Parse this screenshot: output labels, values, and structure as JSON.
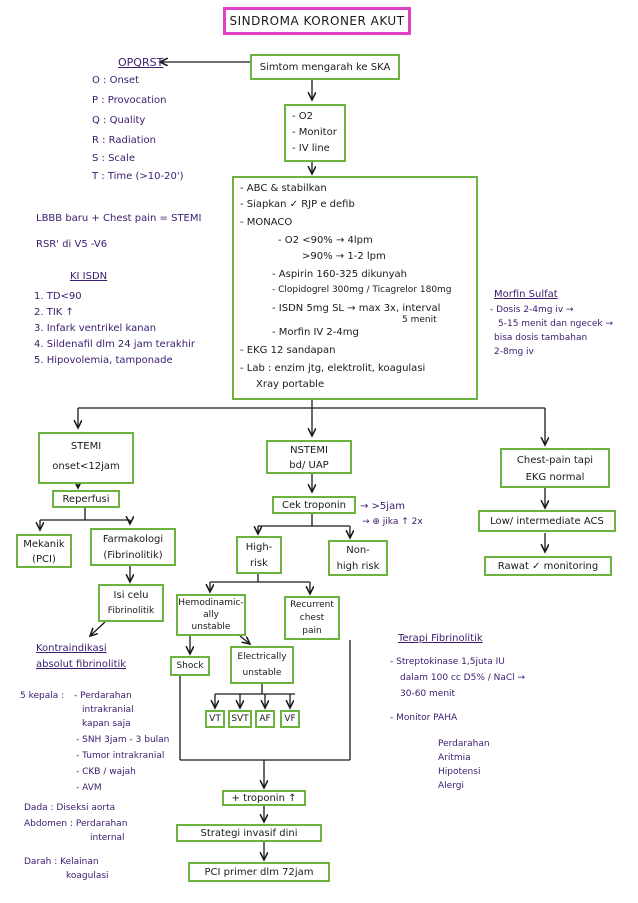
{
  "title": "SINDROMA KORONER AKUT",
  "colors": {
    "title_border": "#e040c8",
    "box_border": "#6db33f",
    "accent_text": "#3b1b6e"
  },
  "oporst": {
    "heading": "OPQRST",
    "items": [
      "O : Onset",
      "P : Provocation",
      "Q : Quality",
      "R : Radiation",
      "S : Scale",
      "T : Time (>10-20')"
    ]
  },
  "lbbb": {
    "line1": "LBBB baru + Chest pain = STEMI",
    "line2": "RSR' di V5 -V6"
  },
  "ki_isdn": {
    "heading": "KI ISDN",
    "items": [
      "1. TD<90",
      "2. TIK ↑",
      "3. Infark ventrikel kanan",
      "4. Sildenafil dlm 24 jam terakhir",
      "5. Hipovolemia, tamponade"
    ]
  },
  "symptoms_box": "Simtom mengarah ke SKA",
  "initial_box": [
    "- O2",
    "- Monitor",
    "- IV line"
  ],
  "main_box": [
    "- ABC & stabilkan",
    "- Siapkan ✓ RJP e defib",
    "- MONACO",
    "- O2 <90% → 4lpm",
    ">90% → 1-2 lpm",
    "- Aspirin 160-325 dikunyah",
    "- Clopidogrel 300mg / Ticagrelor 180mg",
    "- ISDN 5mg SL → max 3x, interval",
    "5 menit",
    "- Morfin IV 2-4mg",
    "- EKG 12 sandapan",
    "- Lab : enzim jtg, elektrolit, koagulasi",
    "Xray portable"
  ],
  "morfin": {
    "heading": "Morfin Sulfat",
    "lines": [
      "- Dosis 2-4mg iv →",
      "5-15 menit dan ngecek →",
      "bisa dosis tambahan",
      "2-8mg iv"
    ]
  },
  "stemi_box": [
    "STEMI",
    "onset<12jam"
  ],
  "nstemi_box": [
    "NSTEMI",
    "bd/ UAP"
  ],
  "chestpain_box": [
    "Chest-pain tapi",
    "EKG normal"
  ],
  "reperfusi_box": "Reperfusi",
  "cek_troponin_box": "Cek troponin",
  "troponin_note": [
    "→ >5jam",
    "→ ⊕ jika ↑ 2x"
  ],
  "low_box": "Low/ intermediate ACS",
  "rawat_box": "Rawat ✓ monitoring",
  "mekanik_box": [
    "Mekanik",
    "(PCI)"
  ],
  "farmakologi_box": [
    "Farmakologi",
    "(Fibrinolitik)"
  ],
  "high_risk_box": [
    "High-",
    "risk"
  ],
  "non_high_risk_box": [
    "Non-",
    "high risk"
  ],
  "isi_celu_box": [
    "Isi celu",
    "Fibrinolitik"
  ],
  "hemodinamik_box": [
    "Hemodinamic-",
    "ally",
    "unstable"
  ],
  "recurrent_box": [
    "Recurrent",
    "chest",
    "pain"
  ],
  "shock_box": "Shock",
  "electrically_box": [
    "Electrically",
    "unstable"
  ],
  "arrhythmias": [
    "VT",
    "SVT",
    "AF",
    "VF"
  ],
  "troponin_up_box": "+ troponin ↑",
  "strategi_box": "Strategi invasif dini",
  "pci_box": "PCI primer dlm 72jam",
  "kontraindikasi": {
    "heading1": "Kontraindikasi",
    "heading2": "absolut fibrinolitik",
    "kepala_label": "5 kepala :",
    "kepala_items": [
      "- Perdarahan",
      "intrakranial",
      "kapan saja",
      "- SNH 3jam - 3 bulan",
      "- Tumor intrakranial",
      "- CKB / wajah",
      "- AVM"
    ],
    "dada": "Dada : Diseksi aorta",
    "abdomen_label": "Abdomen : Perdarahan",
    "abdomen_2": "internal",
    "darah_label": "Darah : Kelainan",
    "darah_2": "koagulasi"
  },
  "terapi": {
    "heading": "Terapi Fibrinolitik",
    "lines": [
      "- Streptokinase 1,5juta IU",
      "dalam 100 cc D5% / NaCl →",
      "30-60 menit",
      "- Monitor PAHA"
    ],
    "paha": [
      "Perdarahan",
      "Aritmia",
      "Hipotensi",
      "Alergi"
    ]
  }
}
